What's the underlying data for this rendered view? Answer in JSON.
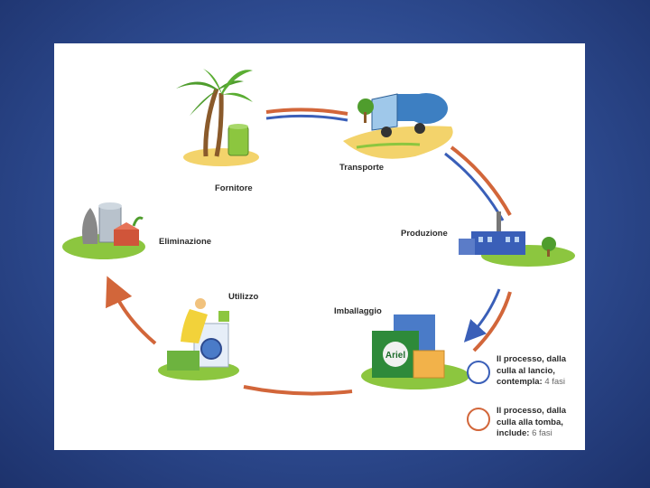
{
  "stages": {
    "fornitore": "Fornitore",
    "transporte": "Transporte",
    "produzione": "Produzione",
    "imballaggio": "Imballaggio",
    "utilizzo": "Utilizzo",
    "eliminazione": "Eliminazione"
  },
  "product_brand": "Ariel",
  "legend": {
    "blue": {
      "text": "Il processo, dalla culla al lancio, contempla:",
      "count": "4 fasi",
      "color": "#3a5fb8"
    },
    "orange": {
      "text": "Il processo, dalla culla alla tomba, include:",
      "count": "6 fasi",
      "color": "#d2663a"
    }
  },
  "colors": {
    "orange_arrow": "#d2663a",
    "blue_arrow": "#3a5fb8",
    "grass": "#8cc63f",
    "sand": "#f3d36b"
  }
}
